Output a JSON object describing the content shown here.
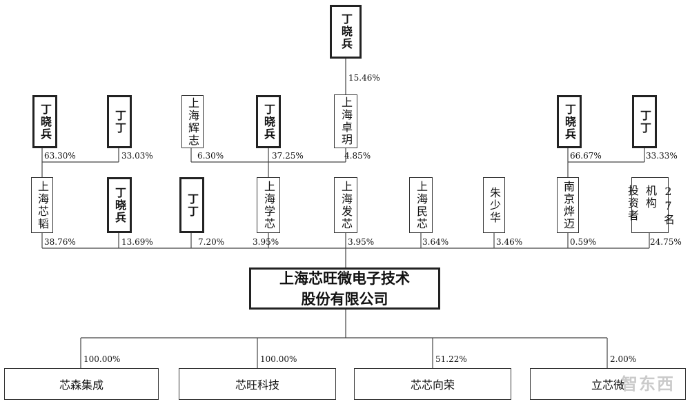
{
  "top": {
    "name": "丁晓兵",
    "pct_to_zhuoyue": "15.46%"
  },
  "tier2": {
    "dxb_left": {
      "name": "丁晓兵",
      "pct": "63.30%"
    },
    "dd_left": {
      "name": "丁丁",
      "pct": "33.03%"
    },
    "shanghai_xiezhi": {
      "name": "上海辉志",
      "pct": "6.30%"
    },
    "dxb_mid": {
      "name": "丁晓兵",
      "pct": "37.25%"
    },
    "shanghai_zhuoyue": {
      "name": "上海卓玥",
      "pct": "4.85%"
    },
    "dxb_right": {
      "name": "丁晓兵",
      "pct": "66.67%"
    },
    "dd_right": {
      "name": "丁丁",
      "pct": "33.33%"
    }
  },
  "shareholders": [
    {
      "name": "上海芯韬",
      "pct": "38.76%"
    },
    {
      "name": "丁晓兵",
      "pct": "13.69%"
    },
    {
      "name": "丁丁",
      "pct": "7.20%"
    },
    {
      "name": "上海学芯",
      "pct": "3.95%"
    },
    {
      "name": "上海发芯",
      "pct": "3.95%"
    },
    {
      "name": "上海民芯",
      "pct": "3.64%"
    },
    {
      "name": "朱少华",
      "pct": "3.46%"
    },
    {
      "name": "南京烨迈",
      "pct": "0.59%"
    },
    {
      "name_col1": "27名",
      "name_col2": "机构",
      "name_col3": "投资者",
      "pct": "24.75%"
    }
  ],
  "company": {
    "line1": "上海芯旺微电子技术",
    "line2": "股份有限公司"
  },
  "subsidiaries": [
    {
      "name": "芯森集成",
      "pct": "100.00%"
    },
    {
      "name": "芯旺科技",
      "pct": "100.00%"
    },
    {
      "name": "芯芯向荣",
      "pct": "51.22%"
    },
    {
      "name": "立芯微",
      "pct": "2.00%"
    }
  ],
  "watermark": "智东西"
}
